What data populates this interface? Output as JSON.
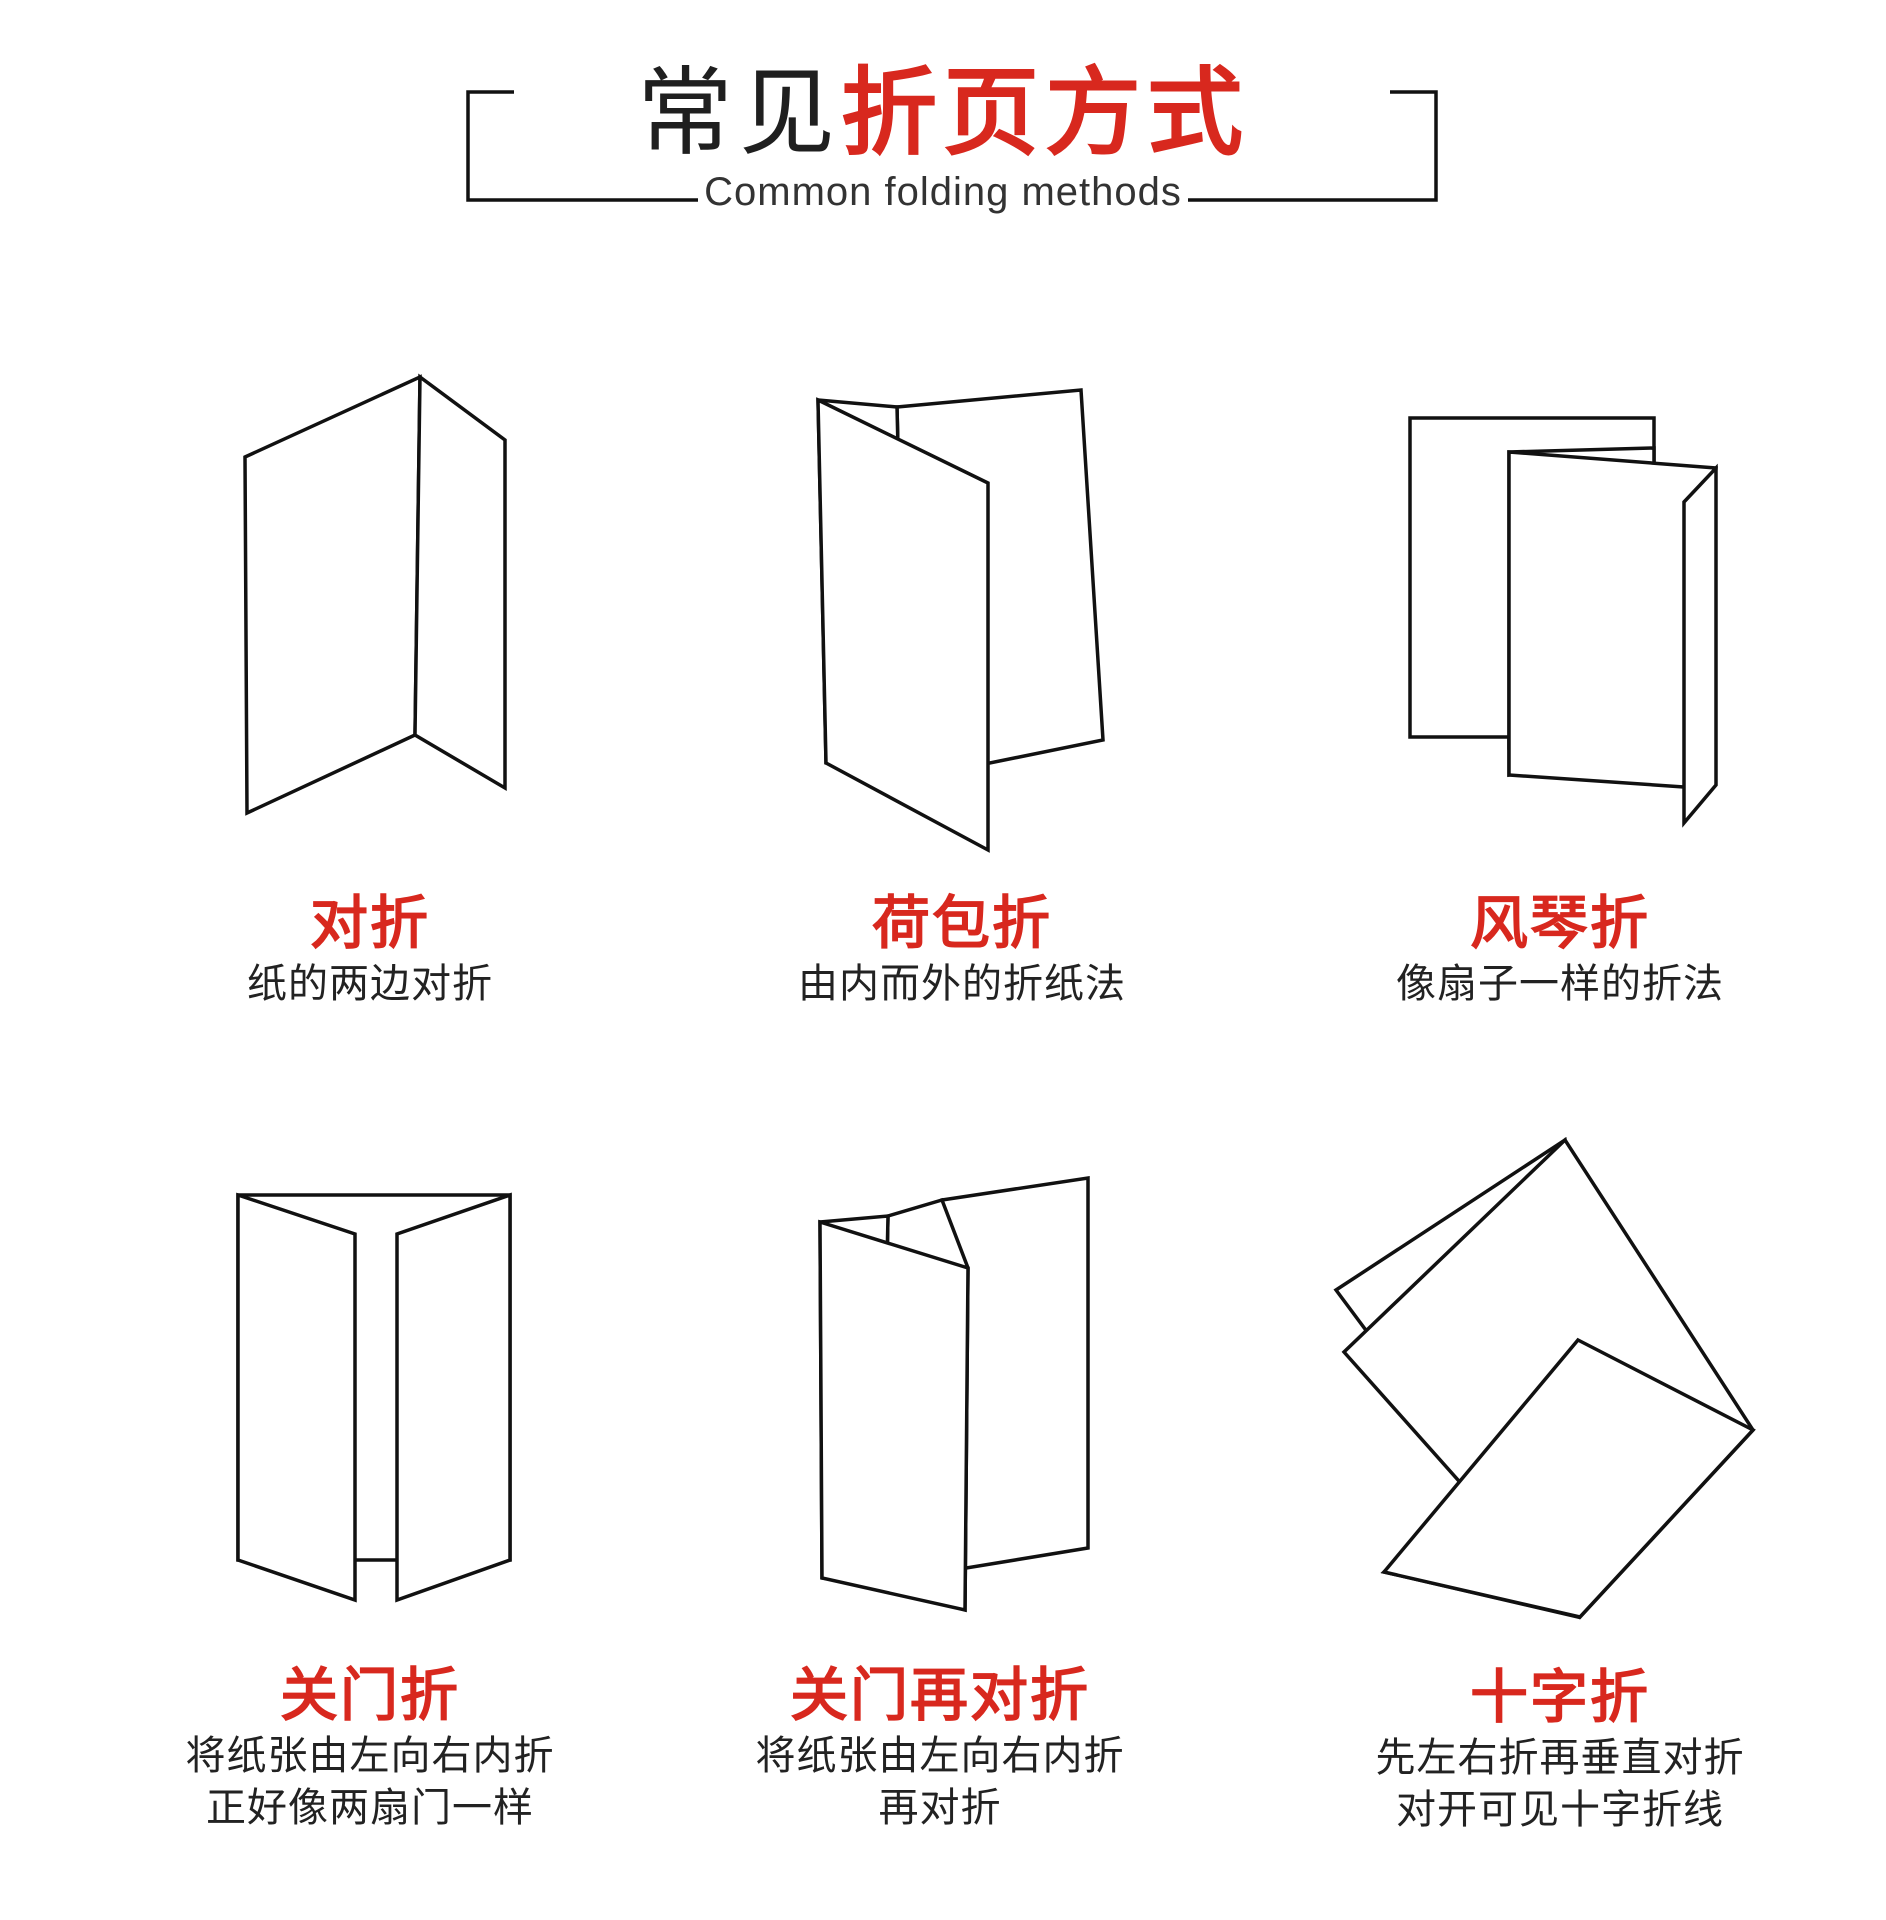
{
  "header": {
    "title_black": "常见",
    "title_red": "折页方式",
    "subtitle": "Common folding methods"
  },
  "methods": [
    {
      "icon": "bi-fold-icon",
      "name": "对折",
      "desc": [
        "纸的两边对折"
      ]
    },
    {
      "icon": "roll-fold-icon",
      "name": "荷包折",
      "desc": [
        "由内而外的折纸法"
      ]
    },
    {
      "icon": "accordion-fold-icon",
      "name": "风琴折",
      "desc": [
        "像扇子一样的折法"
      ]
    },
    {
      "icon": "gate-fold-icon",
      "name": "关门折",
      "desc": [
        "将纸张由左向右内折",
        "正好像两扇门一样"
      ]
    },
    {
      "icon": "double-gate-fold-icon",
      "name": "关门再对折",
      "desc": [
        "将纸张由左向右内折",
        "再对折"
      ]
    },
    {
      "icon": "cross-fold-icon",
      "name": "十字折",
      "desc": [
        "先左右折再垂直对折",
        "对开可见十字折线"
      ]
    }
  ],
  "colors": {
    "accent": "#d8281e",
    "text": "#222222",
    "line": "#111111"
  }
}
